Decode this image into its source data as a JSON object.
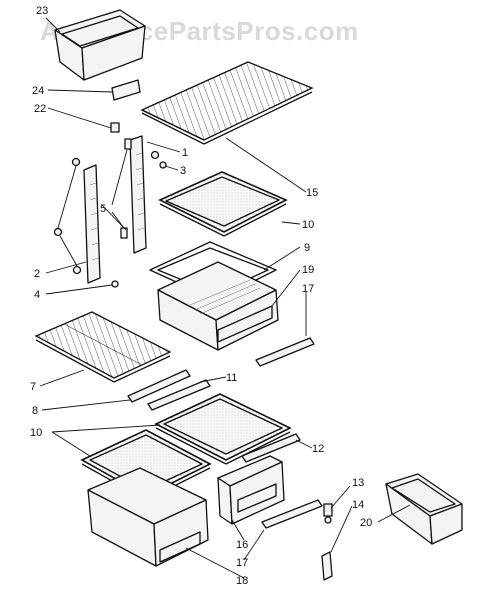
{
  "watermark": "AppliancePartsPros.com",
  "callouts": {
    "c1": "1",
    "c2": "2",
    "c3": "3",
    "c4": "4",
    "c5": "5",
    "c7": "7",
    "c8": "8",
    "c9": "9",
    "c10a": "10",
    "c10b": "10",
    "c11": "11",
    "c12": "12",
    "c13": "13",
    "c14": "14",
    "c15": "15",
    "c16": "16",
    "c17a": "17",
    "c17b": "17",
    "c18": "18",
    "c19": "19",
    "c20": "20",
    "c22": "22",
    "c23": "23",
    "c24": "24"
  }
}
